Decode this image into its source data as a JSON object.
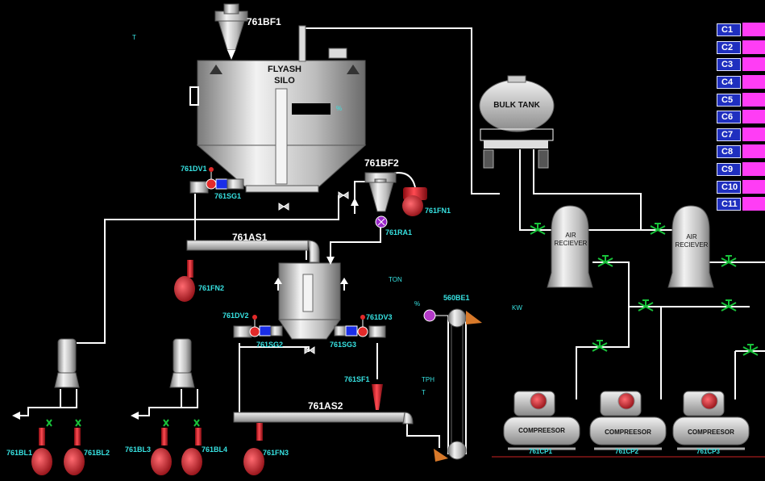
{
  "colors": {
    "background": "#000000",
    "pipe": "#ffffff",
    "tag_text": "#37e2e2",
    "motor_red": "#e0202a",
    "valve_green": "#18c23a",
    "compartment_button": "#1f2fbf",
    "compartment_indicator": "#ff3df5",
    "equipment_grey": "#b9b9b9"
  },
  "icons": [
    "cyclone-filter-icon",
    "silo-icon",
    "fan-motor-icon",
    "rotary-airlock-icon",
    "slide-gate-icon",
    "diverter-valve-icon",
    "air-slide-icon",
    "bucket-elevator-icon",
    "butterfly-valve-icon",
    "blower-icon",
    "air-receiver-icon",
    "compressor-icon",
    "bulk-tank-truck-icon"
  ],
  "silo": {
    "bag_filter": "761BF1",
    "title_line1": "FLYASH",
    "title_line2": "SILO",
    "level_unit": "%",
    "top_unit": "T",
    "diverter": "761DV1",
    "slide_gate": "761SG1"
  },
  "bag_filter_2": {
    "tag": "761BF2",
    "fan": "761FN1",
    "rotary_airlock": "761RA1"
  },
  "air_slide_1": {
    "tag": "761AS1",
    "fan": "761FN2"
  },
  "air_slide_2": {
    "tag": "761AS2",
    "fan": "761FN3"
  },
  "hopper": {
    "diverter_left": "761DV2",
    "diverter_right": "761DV3",
    "slide_gate_left": "761SG2",
    "slide_gate_right": "761SG3",
    "screw_feeder": "761SF1"
  },
  "readouts": {
    "ton_unit": "TON",
    "percent_unit": "%",
    "kw_unit": "KW",
    "tph_unit": "TPH",
    "t_unit": "T"
  },
  "bucket_elevator": {
    "tag": "560BE1"
  },
  "blowers": [
    {
      "tag": "761BL1"
    },
    {
      "tag": "761BL2"
    },
    {
      "tag": "761BL3"
    },
    {
      "tag": "761BL4"
    }
  ],
  "bulk_tank": {
    "label": "BULK TANK"
  },
  "air_receivers": [
    {
      "line1": "AIR",
      "line2": "RECIEVER"
    },
    {
      "line1": "AIR",
      "line2": "RECIEVER"
    }
  ],
  "compressors": [
    {
      "label": "COMPREESOR",
      "tag": "761CP1"
    },
    {
      "label": "COMPREESOR",
      "tag": "761CP2"
    },
    {
      "label": "COMPREESOR",
      "tag": "761CP3"
    }
  ],
  "compartments": [
    {
      "label": "C1"
    },
    {
      "label": "C2"
    },
    {
      "label": "C3"
    },
    {
      "label": "C4"
    },
    {
      "label": "C5"
    },
    {
      "label": "C6"
    },
    {
      "label": "C7"
    },
    {
      "label": "C8"
    },
    {
      "label": "C9"
    },
    {
      "label": "C10"
    },
    {
      "label": "C11"
    }
  ]
}
